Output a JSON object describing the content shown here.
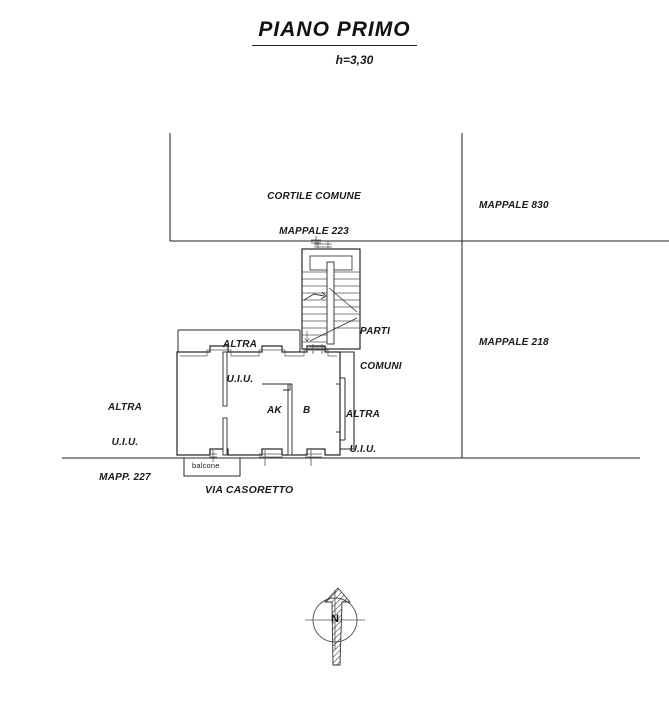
{
  "drawing": {
    "title": "PIANO PRIMO",
    "height_note": "h=3,30"
  },
  "labels": {
    "courtyard_line1": "CORTILE COMUNE",
    "courtyard_line2": "MAPPALE 223",
    "parcel_830": "MAPPALE 830",
    "parcel_218": "MAPPALE 218",
    "other_unit_left_line1": "ALTRA",
    "other_unit_left_line2": "U.I.U.",
    "other_unit_left_line3": "MAPP. 227",
    "other_unit_top_line1": "ALTRA",
    "other_unit_top_line2": "U.I.U.",
    "other_unit_right_line1": "ALTRA",
    "other_unit_right_line2": "U.I.U.",
    "common_parts_line1": "PARTI",
    "common_parts_line2": "COMUNI",
    "room_ak": "AK",
    "room_b": "B",
    "balcony": "balcone",
    "street": "VIA CASORETTO",
    "north": "N"
  },
  "colors": {
    "ink": "#1b1b1b",
    "line": "#222222",
    "wall": "#2a2a2a",
    "thin": "#555555",
    "paper": "#ffffff"
  }
}
